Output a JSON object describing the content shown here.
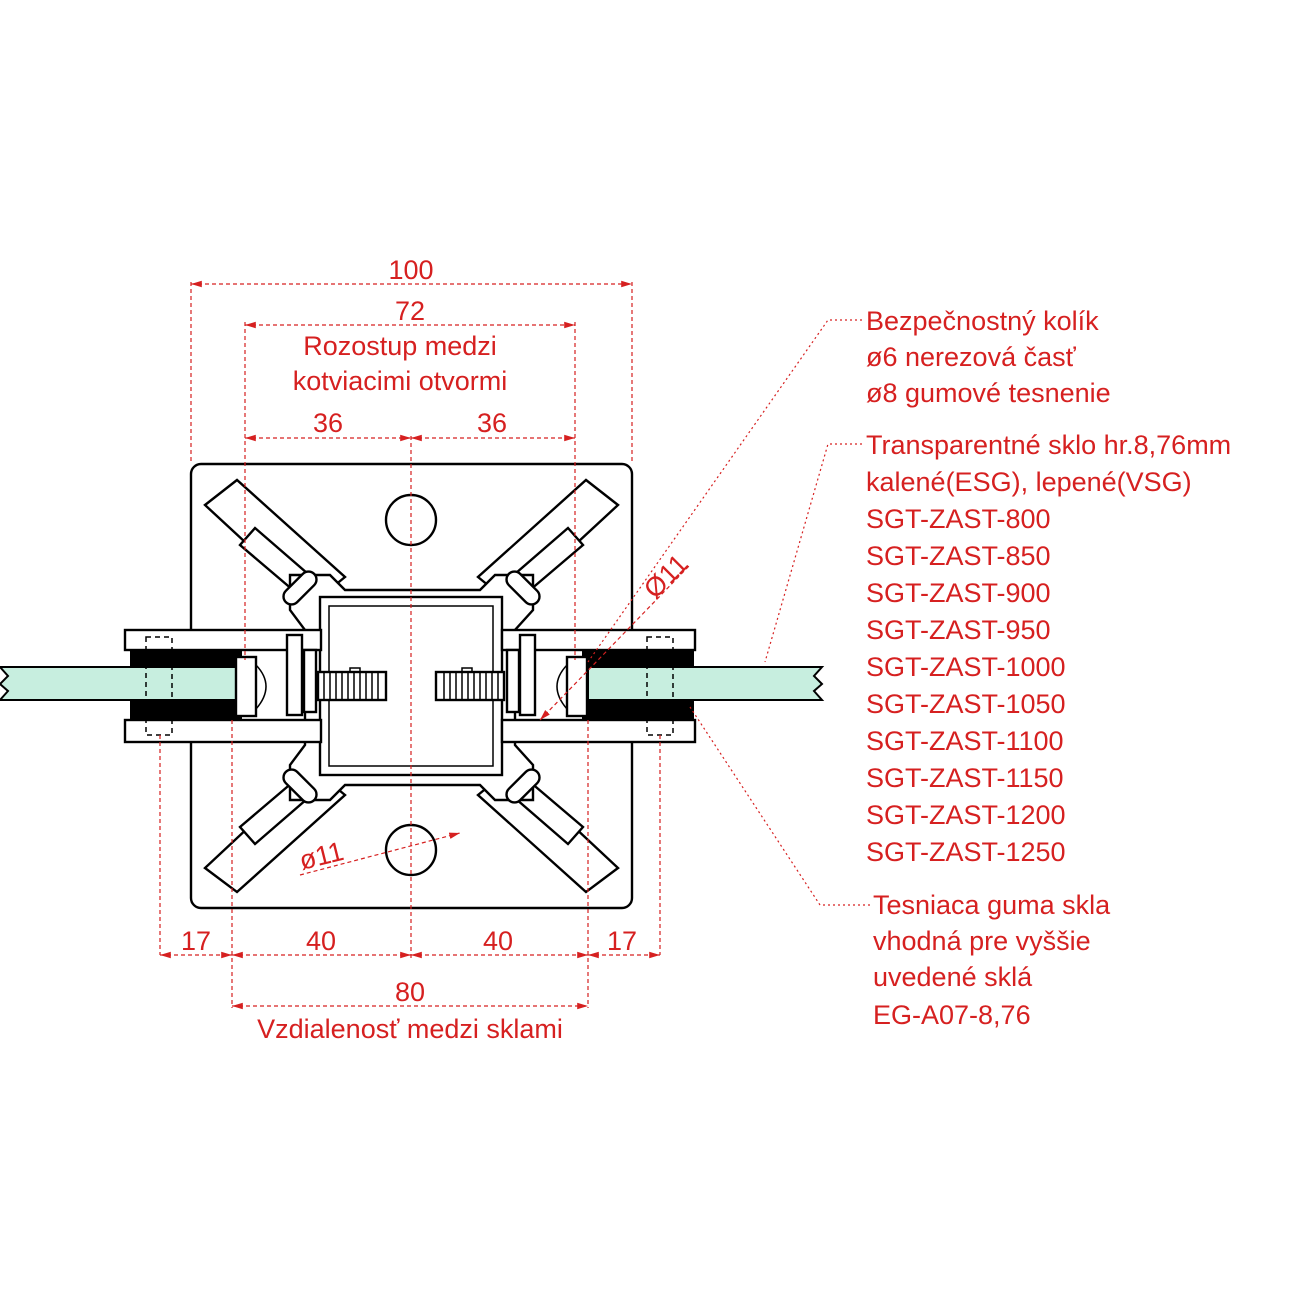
{
  "dimensions": {
    "overall_width": "100",
    "anchor_spacing": "72",
    "half_left": "36",
    "half_right": "36",
    "hole_top": "Ø11",
    "hole_bottom": "ø11",
    "edge_left": "17",
    "mid_left": "40",
    "mid_right": "40",
    "edge_right": "17",
    "glass_gap": "80"
  },
  "labels": {
    "anchor_spacing_line1": "Rozostup medzi",
    "anchor_spacing_line2": "kotviacimi otvormi",
    "glass_gap_caption": "Vzdialenosť medzi sklami"
  },
  "callouts": {
    "pin": [
      "Bezpečnostný kolík",
      "ø6 nerezová časť",
      "ø8 gumové tesnenie"
    ],
    "glass": [
      "Transparentné sklo hr.8,76mm",
      "kalené(ESG), lepené(VSG)",
      "SGT-ZAST-800",
      "SGT-ZAST-850",
      "SGT-ZAST-900",
      "SGT-ZAST-950",
      "SGT-ZAST-1000",
      "SGT-ZAST-1050",
      "SGT-ZAST-1100",
      "SGT-ZAST-1150",
      "SGT-ZAST-1200",
      "SGT-ZAST-1250"
    ],
    "rubber": [
      "Tesniaca guma skla",
      "vhodná pre vyššie",
      "uvedené sklá",
      "EG-A07-8,76"
    ]
  },
  "colors": {
    "annotation": "#d62020",
    "outline": "#000000",
    "glass": "#c7eedf",
    "background": "#ffffff"
  }
}
